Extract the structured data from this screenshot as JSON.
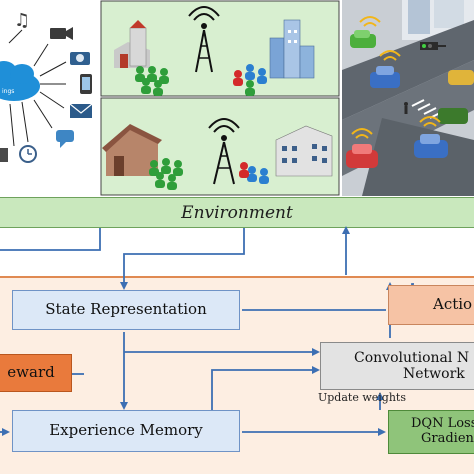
{
  "environment": {
    "label": "Environment"
  },
  "iot_panel": {
    "cloud_text": "ings"
  },
  "agent": {
    "state_representation": "State Representation",
    "reward": "eward",
    "experience_memory": "Experience Memory",
    "action": "Actio",
    "cnn_line1": "Convolutional N",
    "cnn_line2": "Network",
    "update_weights": "Update weights",
    "dqn_line1": "DQN Loss",
    "dqn_line2": "Gradien"
  },
  "colors": {
    "environment_bar": "#c9e8bd",
    "agent_background": "#fdeee2",
    "box_blue": "#dce8f7",
    "arrow_blue": "#3d6fb3",
    "reward_orange": "#e97a3c",
    "action_peach": "#f6c3a5",
    "dqn_green": "#8fc47a"
  }
}
